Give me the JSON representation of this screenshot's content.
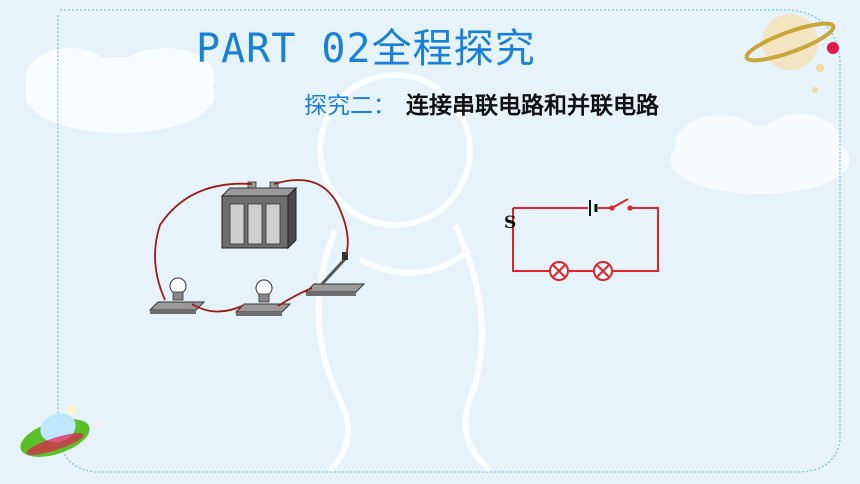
{
  "title": {
    "part": "PART  02",
    "cn": "全程探究"
  },
  "subtitle": {
    "label": "探究二：",
    "main": "连接串联电路和并联电路"
  },
  "circuit": {
    "switch_label": "S"
  },
  "colors": {
    "title_blue": "#1a7fd6",
    "wire_red": "#e0242a",
    "background": "#e6f3fb"
  },
  "icons": [
    "astronaut-watermark-icon",
    "planet-icon",
    "ufo-icon",
    "cloud-icon"
  ]
}
